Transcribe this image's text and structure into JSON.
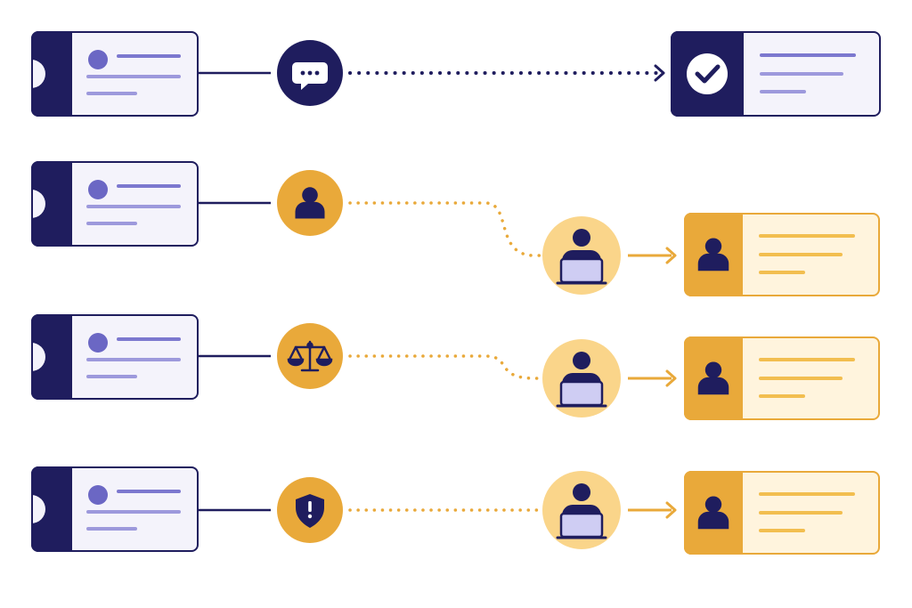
{
  "colors": {
    "navy": "#1f1d5e",
    "ticket_bg": "#f4f3fb",
    "avatar_dot": "#6b67c4",
    "ticket_line_dark": "#7c78cf",
    "ticket_line_light": "#9d99dc",
    "orange": "#e9a93a",
    "orange_soft": "#fad58a",
    "orange_bg": "#fff4dd",
    "orange_line": "#f2be4f",
    "screen": "#cfcdf3",
    "white": "#ffffff"
  },
  "flows": [
    {
      "id": "chat",
      "hub_icon": "chat-bubble-icon",
      "hub_style": "navy",
      "routed_to_agent": false,
      "outcome": "resolved",
      "outcome_icon": "check-circle-icon"
    },
    {
      "id": "account",
      "hub_icon": "user-icon",
      "hub_style": "orange",
      "routed_to_agent": true,
      "outcome": "assigned",
      "outcome_icon": "user-icon"
    },
    {
      "id": "legal",
      "hub_icon": "scales-icon",
      "hub_style": "orange",
      "routed_to_agent": true,
      "outcome": "assigned",
      "outcome_icon": "user-icon"
    },
    {
      "id": "security",
      "hub_icon": "shield-alert-icon",
      "hub_style": "orange",
      "routed_to_agent": true,
      "outcome": "assigned",
      "outcome_icon": "user-icon"
    }
  ]
}
